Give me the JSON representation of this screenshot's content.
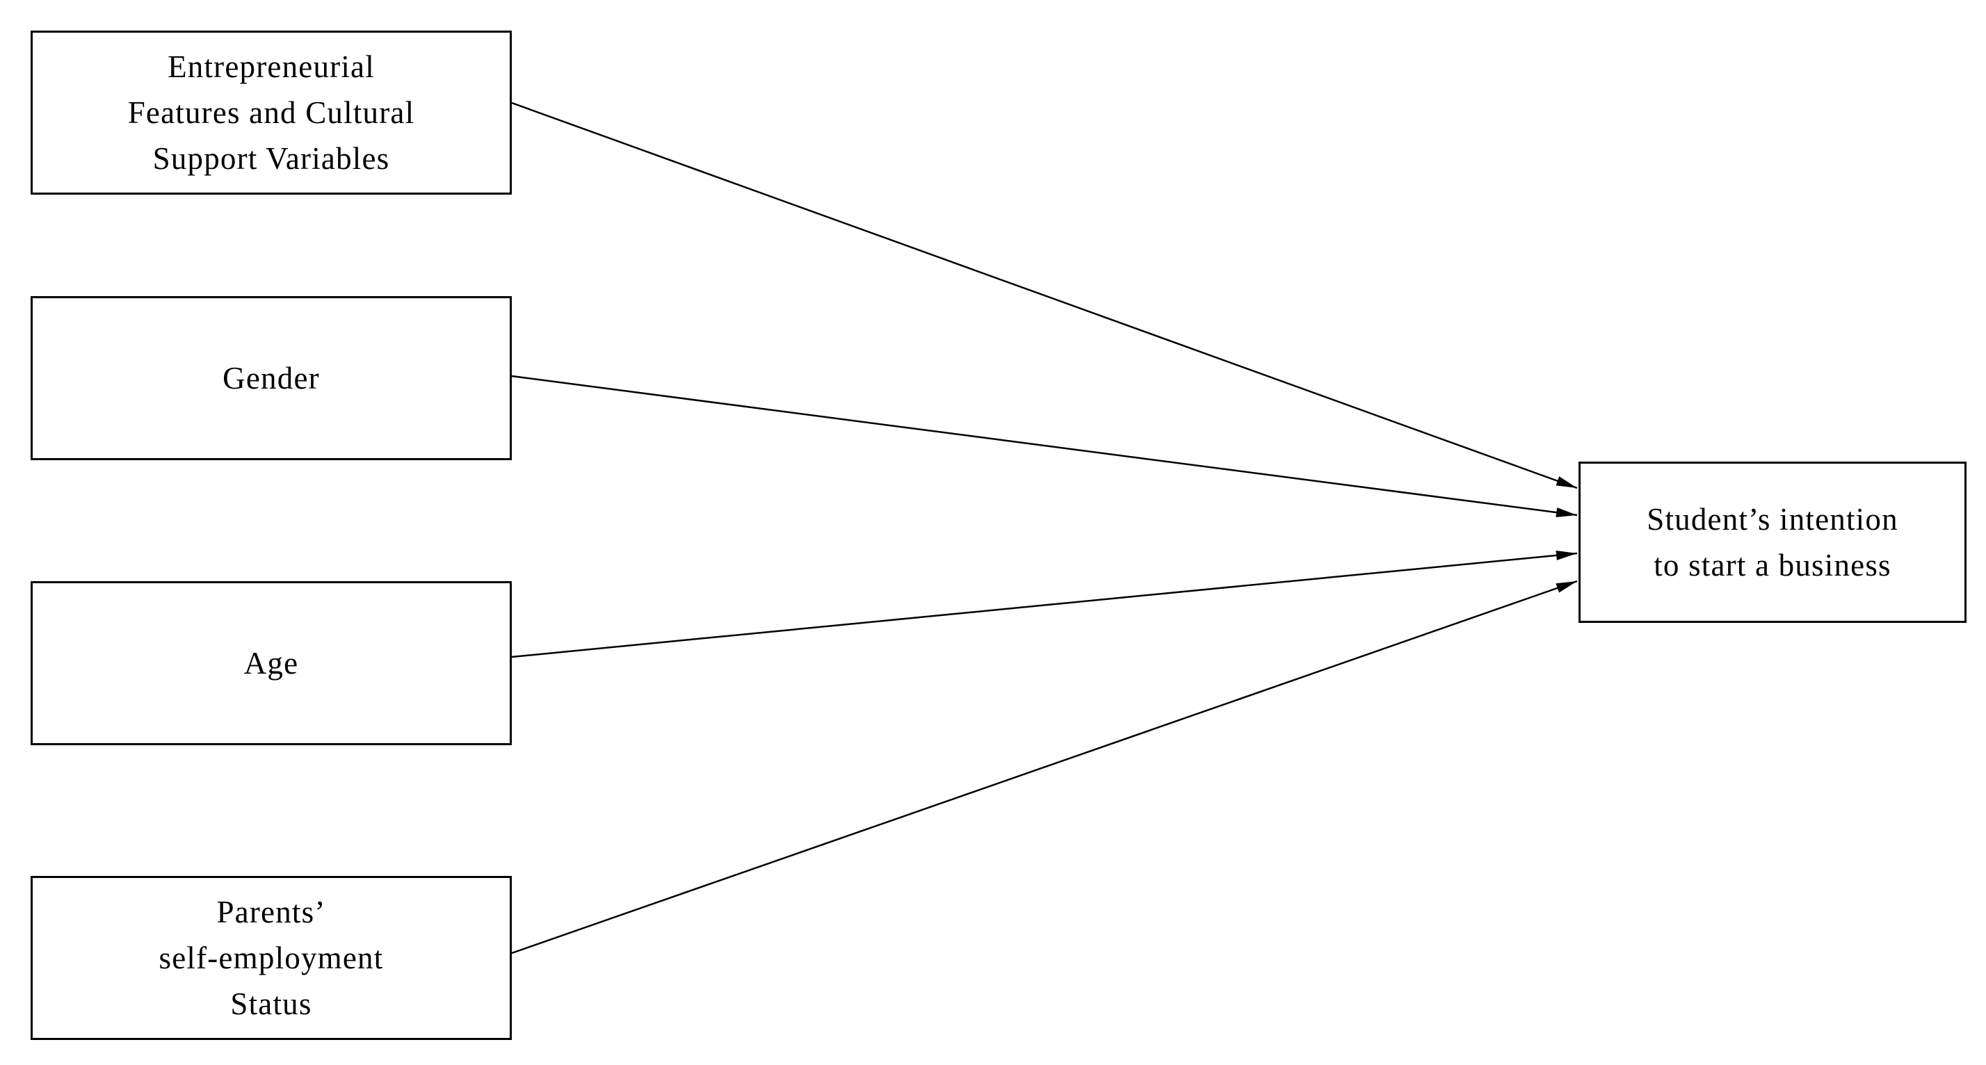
{
  "diagram": {
    "predictors": [
      {
        "id": "ef",
        "lines": [
          "Entrepreneurial",
          "Features and Cultural",
          "Support Variables"
        ]
      },
      {
        "id": "gen",
        "lines": [
          "Gender"
        ]
      },
      {
        "id": "age",
        "lines": [
          "Age"
        ]
      },
      {
        "id": "par",
        "lines": [
          "Parents’",
          "self-employment",
          "Status"
        ]
      }
    ],
    "outcome": {
      "lines": [
        "Student’s intention",
        "to start a business"
      ]
    },
    "edges": [
      {
        "from": "ef",
        "to": "outcome"
      },
      {
        "from": "gen",
        "to": "outcome"
      },
      {
        "from": "age",
        "to": "outcome"
      },
      {
        "from": "par",
        "to": "outcome"
      }
    ],
    "colors": {
      "line": "#000000",
      "background": "#ffffff"
    }
  }
}
